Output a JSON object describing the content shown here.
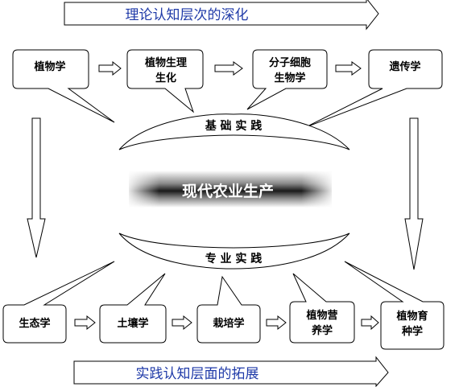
{
  "top_banner": {
    "text": "理论认知层次的深化",
    "color": "#1f3aa8"
  },
  "bottom_banner": {
    "text": "实践认知层面的拓展",
    "color": "#1f3aa8"
  },
  "basic_practice": {
    "label": "基 础 实 践"
  },
  "professional_practice": {
    "label": "专 业 实 践"
  },
  "center_band": {
    "text": "现代农业生产"
  },
  "top_nodes": [
    {
      "lines": [
        "植物学"
      ]
    },
    {
      "lines": [
        "植物生理",
        "生化"
      ]
    },
    {
      "lines": [
        "分子细胞",
        "生物学"
      ]
    },
    {
      "lines": [
        "遗传学"
      ]
    }
  ],
  "bottom_nodes": [
    {
      "lines": [
        "生态学"
      ]
    },
    {
      "lines": [
        "土壤学"
      ]
    },
    {
      "lines": [
        "栽培学"
      ]
    },
    {
      "lines": [
        "植物营",
        "养学"
      ]
    },
    {
      "lines": [
        "植物育",
        "种学"
      ]
    }
  ]
}
